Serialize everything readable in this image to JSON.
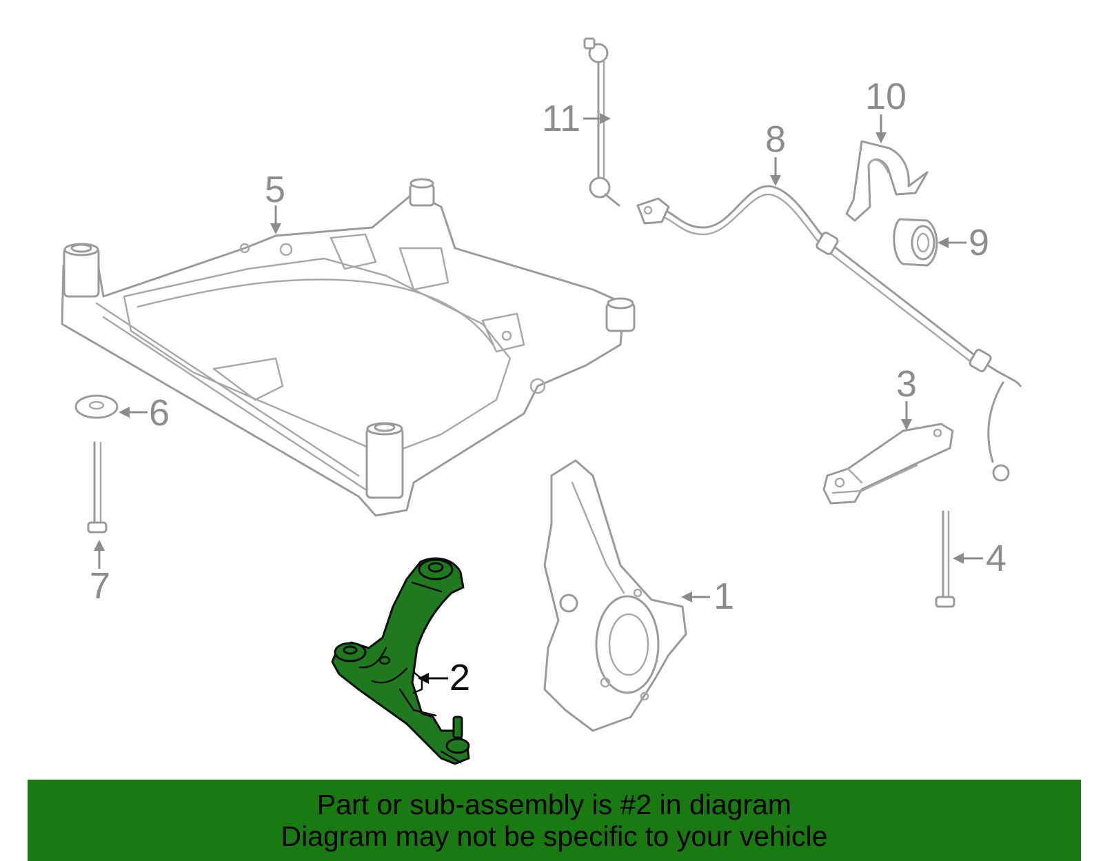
{
  "callouts": {
    "c1": "1",
    "c2": "2",
    "c3": "3",
    "c4": "4",
    "c5": "5",
    "c6": "6",
    "c7": "7",
    "c8": "8",
    "c9": "9",
    "c10": "10",
    "c11": "11"
  },
  "highlighted_part": "2",
  "banner": {
    "line1": "Part or sub-assembly is #2 in diagram",
    "line2": "Diagram may not be specific to your vehicle"
  },
  "colors": {
    "highlight": "#1f7a1f",
    "banner": "#1a7a12",
    "line_art": "#9a9a9a"
  }
}
